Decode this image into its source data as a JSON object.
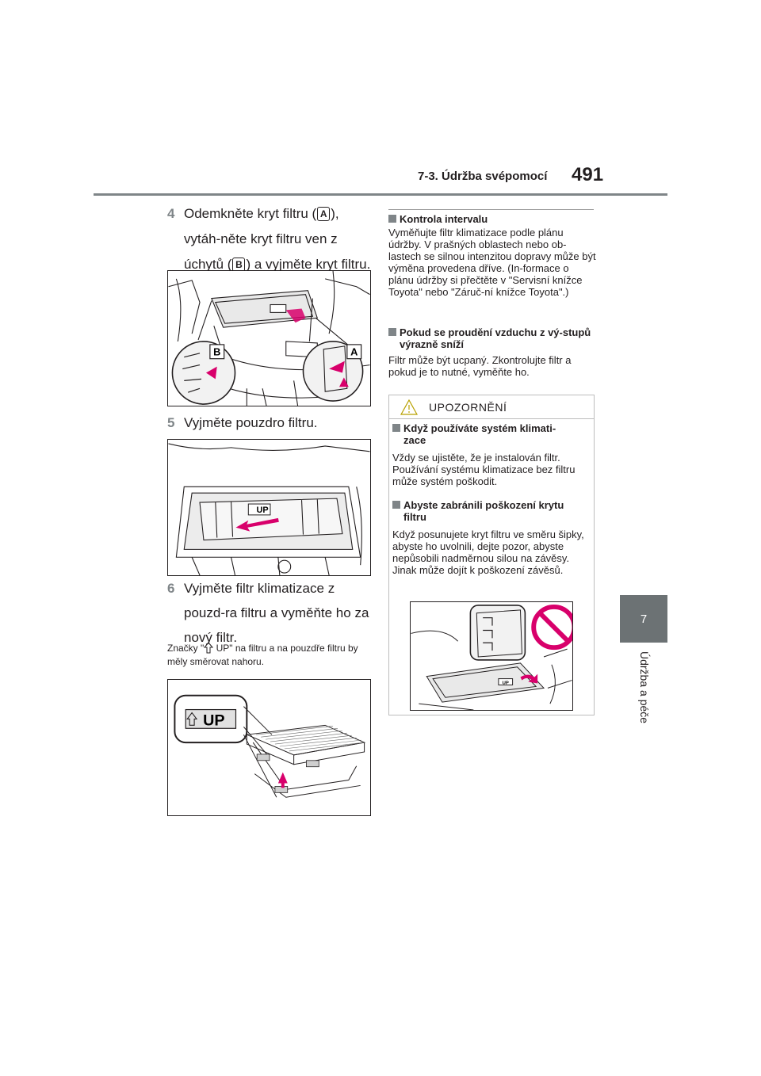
{
  "header": {
    "section": "7-3. Údržba svépomocí",
    "page_number": "491"
  },
  "side_tab": {
    "chapter_number": "7",
    "chapter_title": "Údržba a péče"
  },
  "steps": [
    {
      "number": "4",
      "text_part1": "Odemkněte kryt filtru (",
      "badge1": "A",
      "text_part2": "), vytáh-něte kryt filtru ven z úchytů (",
      "badge2": "B",
      "text_part3": ") a vyjměte kryt filtru."
    },
    {
      "number": "5",
      "text": "Vyjměte pouzdro filtru."
    },
    {
      "number": "6",
      "text": "Vyjměte filtr klimatizace z pouzd-ra filtru a vyměňte ho za nový filtr."
    }
  ],
  "note": {
    "prefix": "Značky \"",
    "suffix": " UP\" na filtru a na pouzdře filtru by měly směrovat nahoru."
  },
  "figures": {
    "fig1_label_b": "B",
    "fig1_label_a": "A",
    "up_label": "UP"
  },
  "right": {
    "sections": [
      {
        "title": "Kontrola intervalu",
        "body": "Vyměňujte filtr klimatizace podle plánu údržby. V prašných oblastech nebo ob-lastech se silnou intenzitou dopravy může být výměna provedena dříve. (In-formace o plánu údržby si přečtěte v \"Servisní knížce Toyota\" nebo \"Záruč-ní knížce Toyota\".)"
      },
      {
        "title": "Pokud se proudění vzduchu z vý-stupů výrazně sníží",
        "body": "Filtr může být ucpaný. Zkontrolujte filtr a pokud je to nutné, vyměňte ho."
      }
    ],
    "warning": {
      "title": "UPOZORNĚNÍ",
      "items": [
        {
          "title_line1": "Když používáte systém klimati-",
          "title_line2": "zace",
          "body": "Vždy se ujistěte, že je instalován filtr. Používání systému klimatizace bez filtru může systém poškodit."
        },
        {
          "title_line1": "Abyste zabránili poškození krytu",
          "title_line2": "filtru",
          "body": "Když posunujete kryt filtru ve směru šipky, abyste ho uvolnili, dejte pozor, abyste nepůsobili nadměrnou silou na závěsy. Jinak může dojít k poškození závěsů."
        }
      ]
    }
  }
}
